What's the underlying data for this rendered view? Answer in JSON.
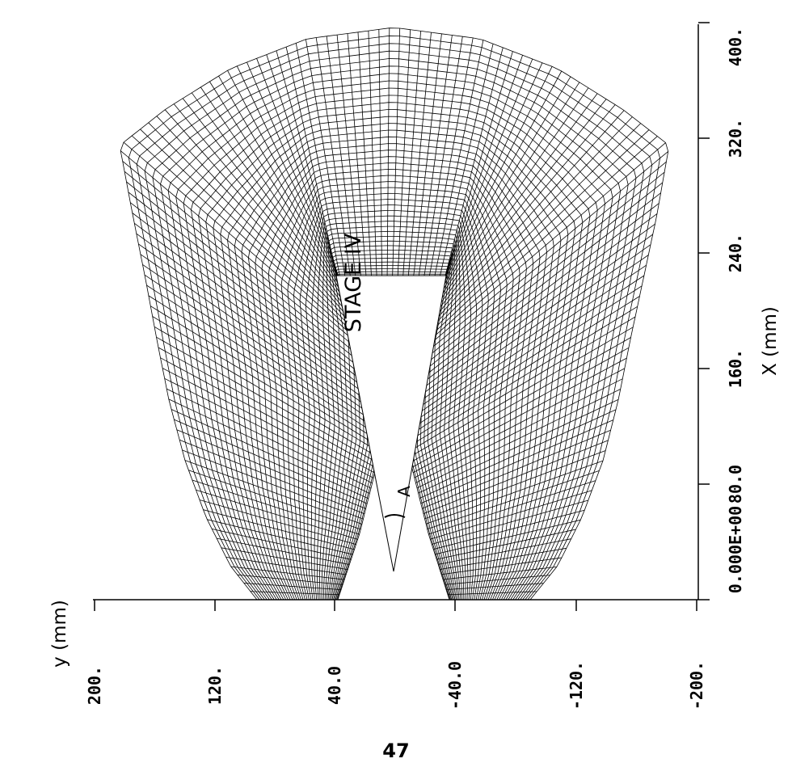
{
  "title": "STAGE IV",
  "page_number": "47",
  "axes": {
    "x_label": "X (mm)",
    "y_label": "y (mm)",
    "x_ticks": [
      "0.000E+00",
      "80.0",
      "160.",
      "240.",
      "320.",
      "400."
    ],
    "y_ticks": [
      "200.",
      "120.",
      "40.0",
      "-40.0",
      "-120.",
      "-200."
    ]
  },
  "annotation": "A",
  "colors": {
    "ink": "#000000",
    "background": "#ffffff"
  }
}
